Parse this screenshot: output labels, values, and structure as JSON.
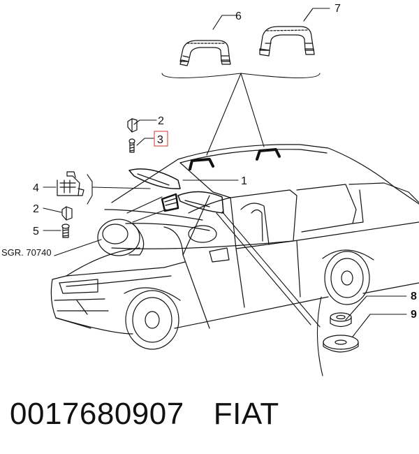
{
  "callouts": {
    "c1": "1",
    "c2a": "2",
    "c3": "3",
    "c4": "4",
    "c2b": "2",
    "c5": "5",
    "c6": "6",
    "c7": "7",
    "c8": "8",
    "c9": "9",
    "ref": "SGR. 70740"
  },
  "highlight_color": "#d9534f",
  "footer": {
    "part_number": "0017680907",
    "brand": "FIAT"
  }
}
